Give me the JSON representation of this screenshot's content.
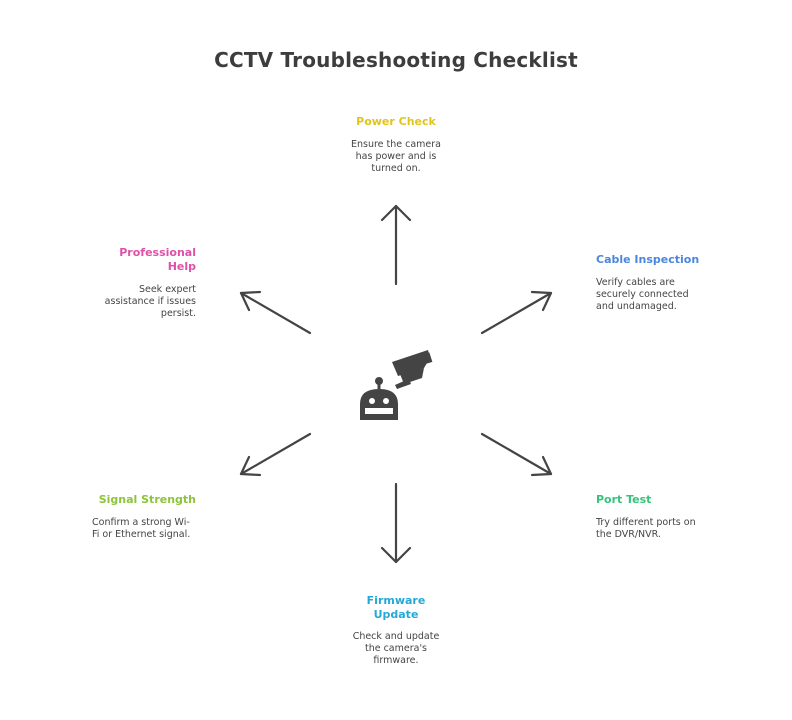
{
  "title": "CCTV Troubleshooting Checklist",
  "center_icon": "robot-security-camera-icon",
  "nodes": [
    {
      "id": "power",
      "heading": "Power Check",
      "description": "Ensure the camera has power and is turned on.",
      "color": "#e2c419"
    },
    {
      "id": "cable",
      "heading": "Cable Inspection",
      "description": "Verify cables are securely connected and undamaged.",
      "color": "#4a86e0"
    },
    {
      "id": "port",
      "heading": "Port Test",
      "description": "Try different ports on the DVR/NVR.",
      "color": "#34c47a"
    },
    {
      "id": "firmware",
      "heading": "Firmware Update",
      "description": "Check and update the camera's firmware.",
      "color": "#25a8d8"
    },
    {
      "id": "signal",
      "heading": "Signal Strength",
      "description": "Confirm a strong Wi-Fi or Ethernet signal.",
      "color": "#8cc43a"
    },
    {
      "id": "help",
      "heading": "Professional Help",
      "description": "Seek expert assistance if issues persist.",
      "color": "#e050a8"
    }
  ],
  "arrow_color": "#444444"
}
